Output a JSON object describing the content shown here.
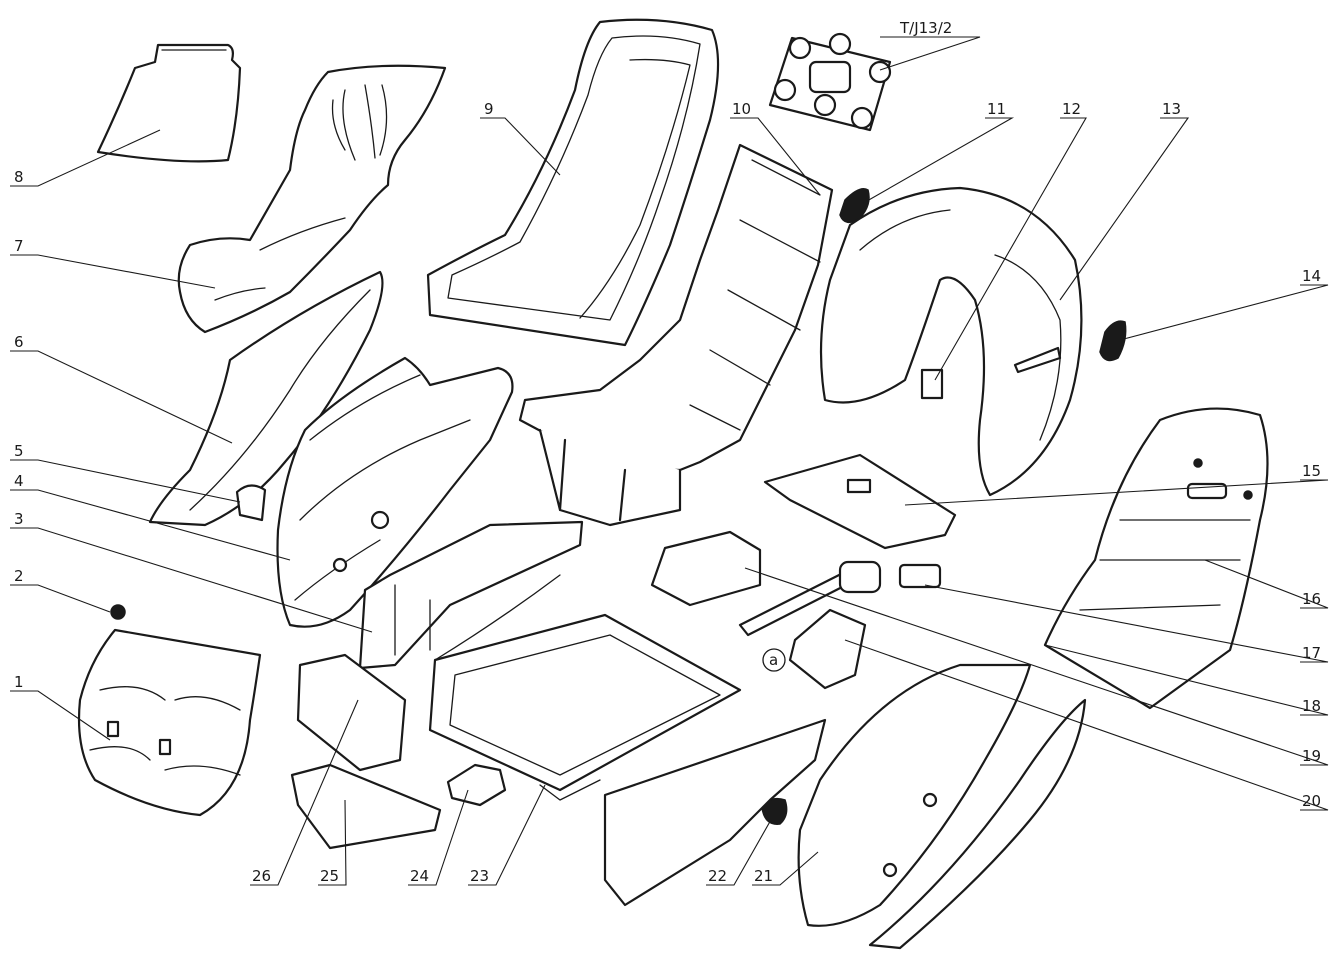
{
  "diagram": {
    "labels": {
      "l1": "1",
      "l2": "2",
      "l3": "3",
      "l4": "4",
      "l5": "5",
      "l6": "6",
      "l7": "7",
      "l8": "8",
      "l9": "9",
      "l10": "10",
      "l11": "11",
      "l12": "12",
      "l13": "13",
      "l14": "14",
      "l15": "15",
      "l16": "16",
      "l17": "17",
      "l18": "18",
      "l19": "19",
      "l20": "20",
      "l21": "21",
      "l22": "22",
      "l23": "23",
      "l24": "24",
      "l25": "25",
      "l26": "26",
      "lt": "T/J13/2",
      "la": "a"
    }
  }
}
